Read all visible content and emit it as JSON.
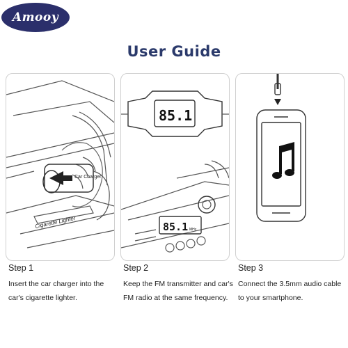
{
  "brand": {
    "name": "Amooy",
    "color": "#2b2f6b"
  },
  "title": "User Guide",
  "panels": [
    {
      "charger_label": "Car Charger",
      "lighter_label": "Cigarette Lighter"
    },
    {
      "display_value": "85.1",
      "unit": "MHz",
      "radio_value": "85.1"
    },
    {
      "arrow_icon": "down-arrow-icon",
      "music_icon": "music-note-icon"
    }
  ],
  "steps": [
    {
      "title": "Step 1",
      "text": "Insert the car charger into the car's cigarette lighter."
    },
    {
      "title": "Step 2",
      "text": "Keep the FM transmitter and car's FM radio at the same frequency."
    },
    {
      "title": "Step 3",
      "text": "Connect the 3.5mm audio cable to your smartphone."
    }
  ]
}
